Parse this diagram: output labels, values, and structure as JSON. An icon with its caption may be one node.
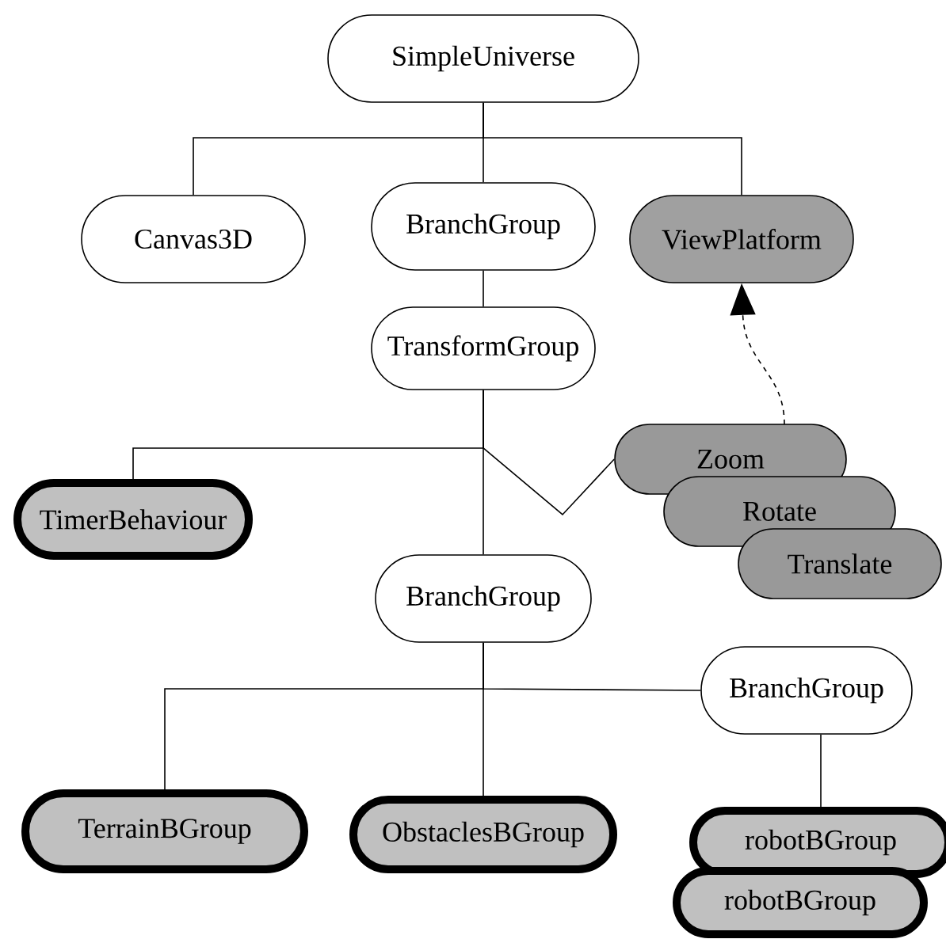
{
  "diagram": {
    "nodes": [
      {
        "text": [
          "SimpleUniverse"
        ]
      },
      {
        "text": [
          "Canvas3D"
        ]
      },
      {
        "text": [
          "BranchGroup"
        ]
      },
      {
        "text": [
          "ViewPlatform"
        ]
      },
      {
        "text": [
          "TransformGroup"
        ]
      },
      {
        "text": [
          "Zoom"
        ]
      },
      {
        "text": [
          "Rotate"
        ]
      },
      {
        "text": [
          "Translate"
        ]
      },
      {
        "text": [
          "TimerBehaviour"
        ]
      },
      {
        "text": [
          "BranchGroup"
        ]
      },
      {
        "text": [
          "BranchGroup"
        ]
      },
      {
        "text": [
          "TerrainBGroup"
        ]
      },
      {
        "text": [
          "ObstaclesBGroup"
        ]
      },
      {
        "text": [
          "robotBGroup"
        ]
      },
      {
        "text": [
          "robotBGroup"
        ]
      }
    ],
    "edges": [
      {
        "from": 0,
        "to": 1,
        "arrow": "none"
      },
      {
        "from": 0,
        "to": 2,
        "arrow": "none"
      },
      {
        "from": 0,
        "to": 3,
        "arrow": "none"
      },
      {
        "from": 2,
        "to": 4,
        "arrow": "none"
      },
      {
        "from": 4,
        "to": 8,
        "arrow": "none"
      },
      {
        "from": 4,
        "to": 9,
        "arrow": "none"
      },
      {
        "from": 4,
        "to": 5,
        "arrow": "none"
      },
      {
        "from": 5,
        "to": 3,
        "arrow": "to",
        "style": "dashed"
      },
      {
        "from": 9,
        "to": 11,
        "arrow": "none"
      },
      {
        "from": 9,
        "to": 12,
        "arrow": "none"
      },
      {
        "from": 9,
        "to": 10,
        "arrow": "none"
      },
      {
        "from": 10,
        "to": 13,
        "arrow": "none"
      }
    ]
  }
}
